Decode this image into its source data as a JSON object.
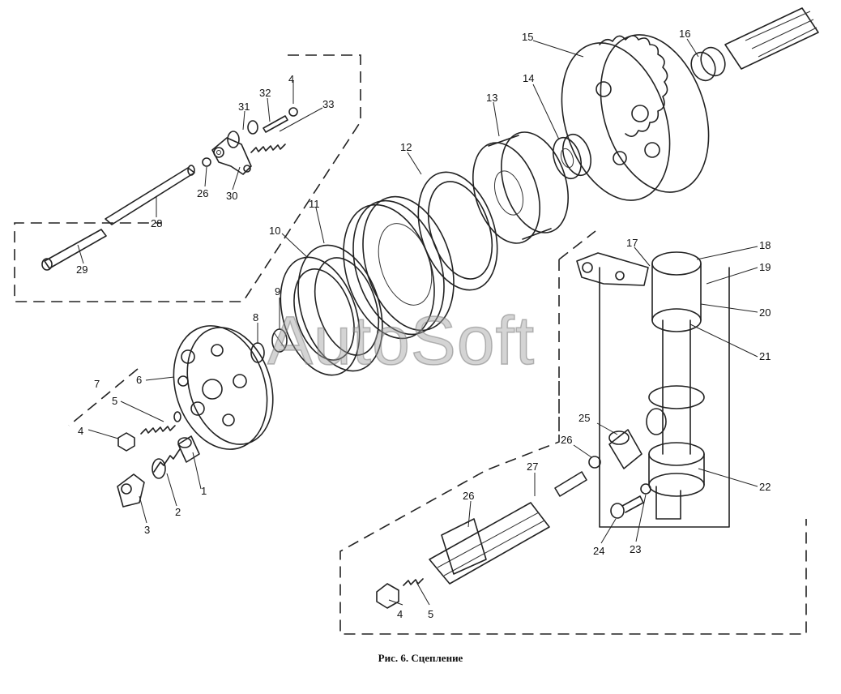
{
  "caption": "Рис. 6. Сцепление",
  "watermark": "AutoSoft",
  "callouts": [
    {
      "id": "c1",
      "text": "1"
    },
    {
      "id": "c2",
      "text": "2"
    },
    {
      "id": "c3",
      "text": "3"
    },
    {
      "id": "c4a",
      "text": "4"
    },
    {
      "id": "c4b",
      "text": "4"
    },
    {
      "id": "c4c",
      "text": "4"
    },
    {
      "id": "c5a",
      "text": "5"
    },
    {
      "id": "c5b",
      "text": "5"
    },
    {
      "id": "c6",
      "text": "6"
    },
    {
      "id": "c7",
      "text": "7"
    },
    {
      "id": "c8",
      "text": "8"
    },
    {
      "id": "c9",
      "text": "9"
    },
    {
      "id": "c10",
      "text": "10"
    },
    {
      "id": "c11",
      "text": "11"
    },
    {
      "id": "c12",
      "text": "12"
    },
    {
      "id": "c13",
      "text": "13"
    },
    {
      "id": "c14",
      "text": "14"
    },
    {
      "id": "c15",
      "text": "15"
    },
    {
      "id": "c16",
      "text": "16"
    },
    {
      "id": "c17",
      "text": "17"
    },
    {
      "id": "c18",
      "text": "18"
    },
    {
      "id": "c19",
      "text": "19"
    },
    {
      "id": "c20",
      "text": "20"
    },
    {
      "id": "c21",
      "text": "21"
    },
    {
      "id": "c22",
      "text": "22"
    },
    {
      "id": "c23",
      "text": "23"
    },
    {
      "id": "c24",
      "text": "24"
    },
    {
      "id": "c25",
      "text": "25"
    },
    {
      "id": "c26a",
      "text": "26"
    },
    {
      "id": "c26b",
      "text": "26"
    },
    {
      "id": "c27",
      "text": "27"
    },
    {
      "id": "c28",
      "text": "28"
    },
    {
      "id": "c29",
      "text": "29"
    },
    {
      "id": "c30",
      "text": "30"
    },
    {
      "id": "c31",
      "text": "31"
    },
    {
      "id": "c32",
      "text": "32"
    },
    {
      "id": "c33",
      "text": "33"
    },
    {
      "id": "c26c",
      "text": "26"
    }
  ]
}
